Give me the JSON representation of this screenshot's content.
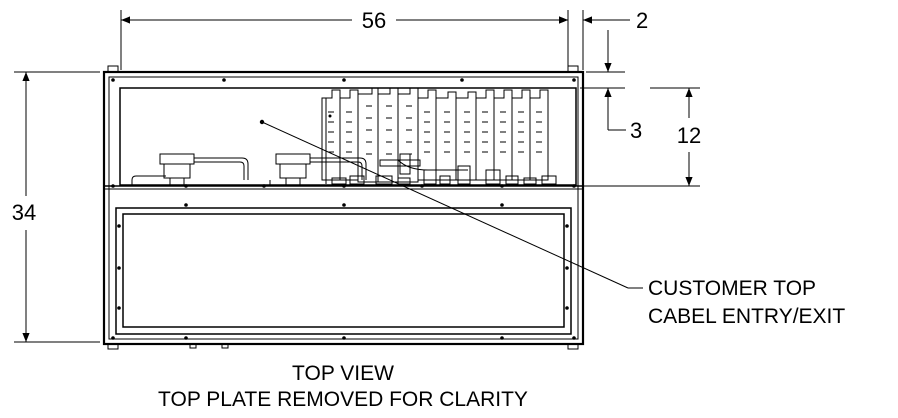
{
  "dimensions": {
    "overall_width": "56",
    "flange_width": "2",
    "top_offset": "3",
    "compartment_depth": "12",
    "overall_depth": "34"
  },
  "callout": {
    "line1": "CUSTOMER TOP",
    "line2": "CABEL ENTRY/EXIT"
  },
  "caption": {
    "line1": "TOP VIEW",
    "line2": "TOP PLATE REMOVED FOR CLARITY"
  }
}
